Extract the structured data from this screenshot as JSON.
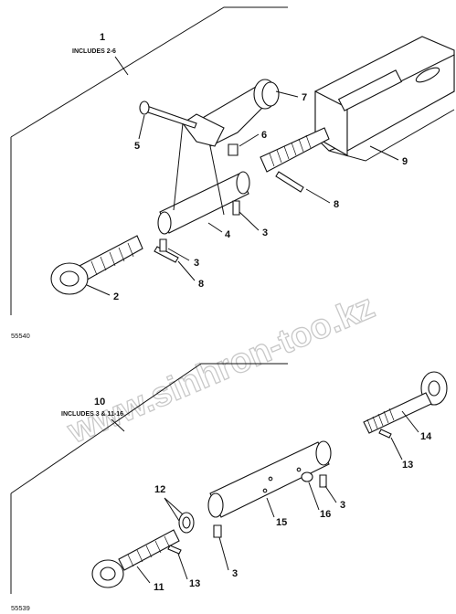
{
  "watermark": "www.sinhron-too.kz",
  "top_assembly": {
    "figure_id": "55540",
    "header_number": "1",
    "header_note": "INCLUDES 2-6",
    "callouts": [
      "2",
      "3",
      "3",
      "4",
      "5",
      "6",
      "7",
      "8",
      "8",
      "9"
    ]
  },
  "bottom_assembly": {
    "figure_id": "55539",
    "header_number": "10",
    "header_note": "INCLUDES 3 & 11-16",
    "callouts": [
      "3",
      "3",
      "11",
      "12",
      "13",
      "13",
      "14",
      "15",
      "16"
    ]
  }
}
